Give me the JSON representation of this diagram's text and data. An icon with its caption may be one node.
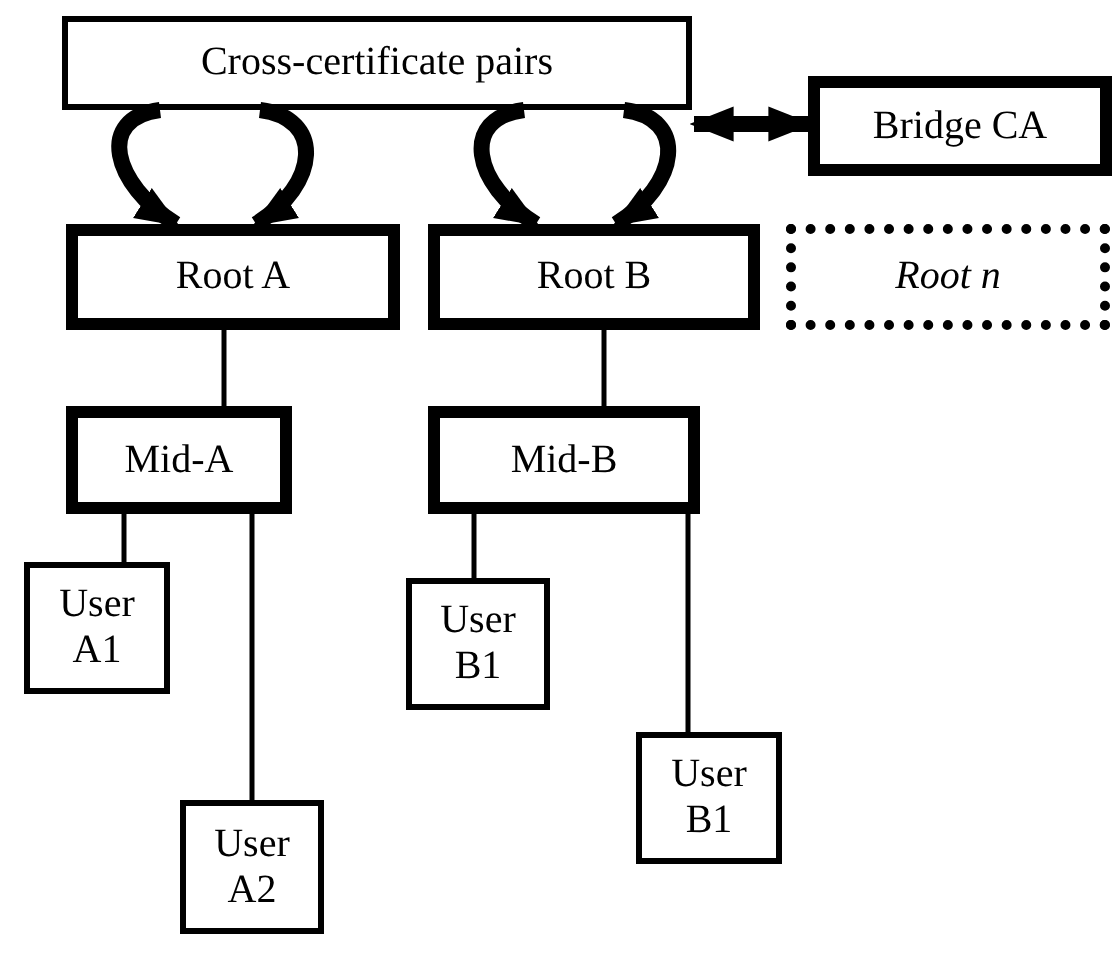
{
  "diagram": {
    "nodes": [
      {
        "text": [
          "Cross-certificate pairs"
        ]
      },
      {
        "text": [
          "Bridge CA"
        ]
      },
      {
        "text": [
          "Root A"
        ]
      },
      {
        "text": [
          "Root B"
        ]
      },
      {
        "text": [
          "Root n"
        ]
      },
      {
        "text": [
          "Mid-A"
        ]
      },
      {
        "text": [
          "Mid-B"
        ]
      },
      {
        "text": [
          "User A1"
        ]
      },
      {
        "text": [
          "User A2"
        ]
      },
      {
        "text": [
          "User B1"
        ]
      },
      {
        "text": [
          "User B1"
        ]
      }
    ],
    "edges": [
      {
        "from": 0,
        "to": 2,
        "arrow": "to",
        "style": "thick"
      },
      {
        "from": 0,
        "to": 2,
        "arrow": "to",
        "style": "thick"
      },
      {
        "from": 0,
        "to": 3,
        "arrow": "to",
        "style": "thick"
      },
      {
        "from": 0,
        "to": 3,
        "arrow": "to",
        "style": "thick"
      },
      {
        "from": 0,
        "to": 1,
        "arrow": "both",
        "style": "thick"
      },
      {
        "from": 2,
        "to": 5,
        "arrow": "none"
      },
      {
        "from": 3,
        "to": 6,
        "arrow": "none"
      },
      {
        "from": 5,
        "to": 7,
        "arrow": "none"
      },
      {
        "from": 5,
        "to": 8,
        "arrow": "none"
      },
      {
        "from": 6,
        "to": 9,
        "arrow": "none"
      },
      {
        "from": 6,
        "to": 10,
        "arrow": "none"
      }
    ]
  }
}
